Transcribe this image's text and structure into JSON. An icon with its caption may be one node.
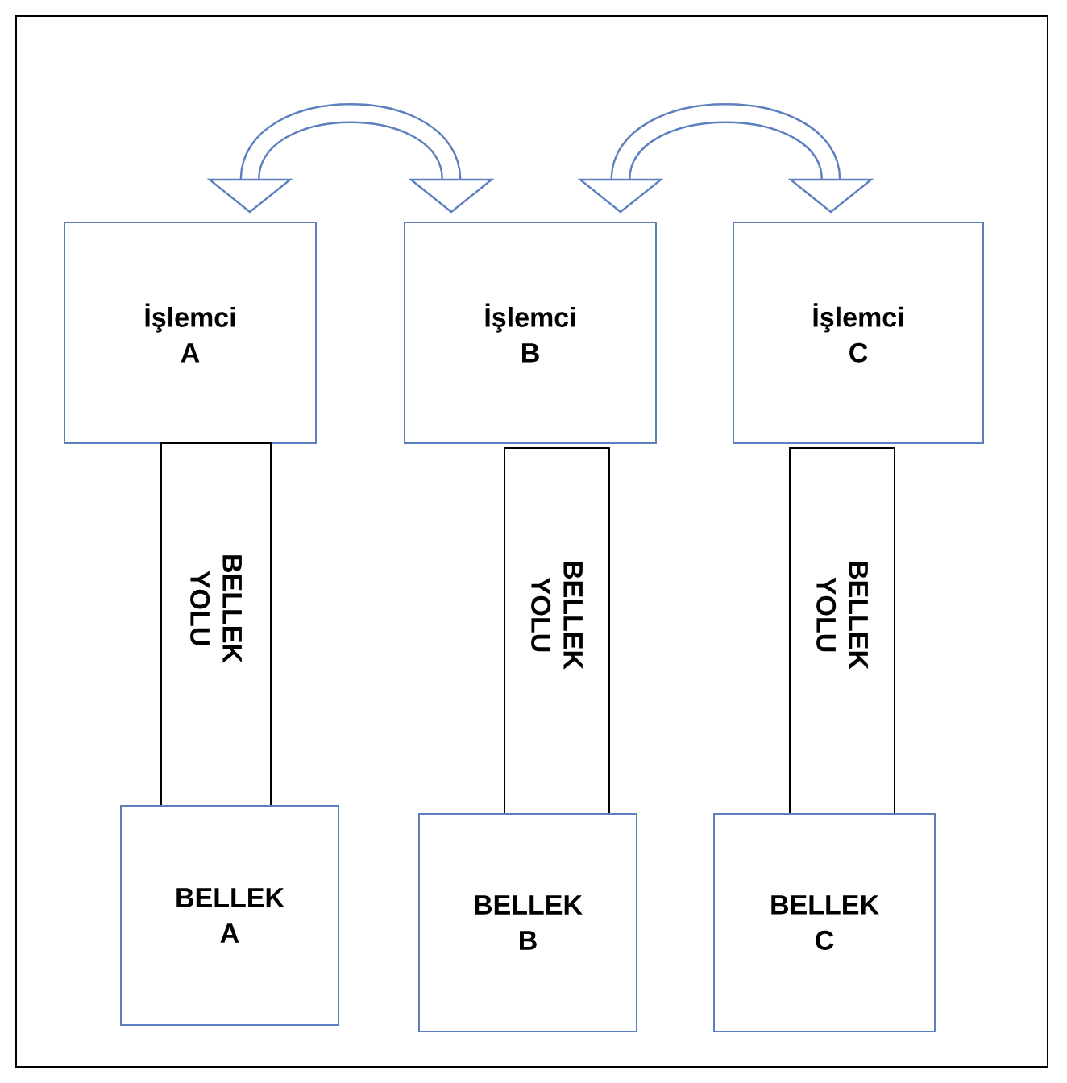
{
  "diagram": {
    "nodes": [
      {
        "text": [
          "İşlemci A"
        ]
      },
      {
        "text": [
          "İşlemci B"
        ]
      },
      {
        "text": [
          "İşlemci C"
        ]
      },
      {
        "text": [
          "BELLEK YOLU"
        ]
      },
      {
        "text": [
          "BELLEK YOLU"
        ]
      },
      {
        "text": [
          "BELLEK YOLU"
        ]
      },
      {
        "text": [
          "BELLEK A"
        ]
      },
      {
        "text": [
          "BELLEK B"
        ]
      },
      {
        "text": [
          "BELLEK C"
        ]
      }
    ],
    "edges": [
      {
        "from": 0,
        "to": 1,
        "arrow": "both"
      },
      {
        "from": 1,
        "to": 2,
        "arrow": "both"
      }
    ]
  }
}
